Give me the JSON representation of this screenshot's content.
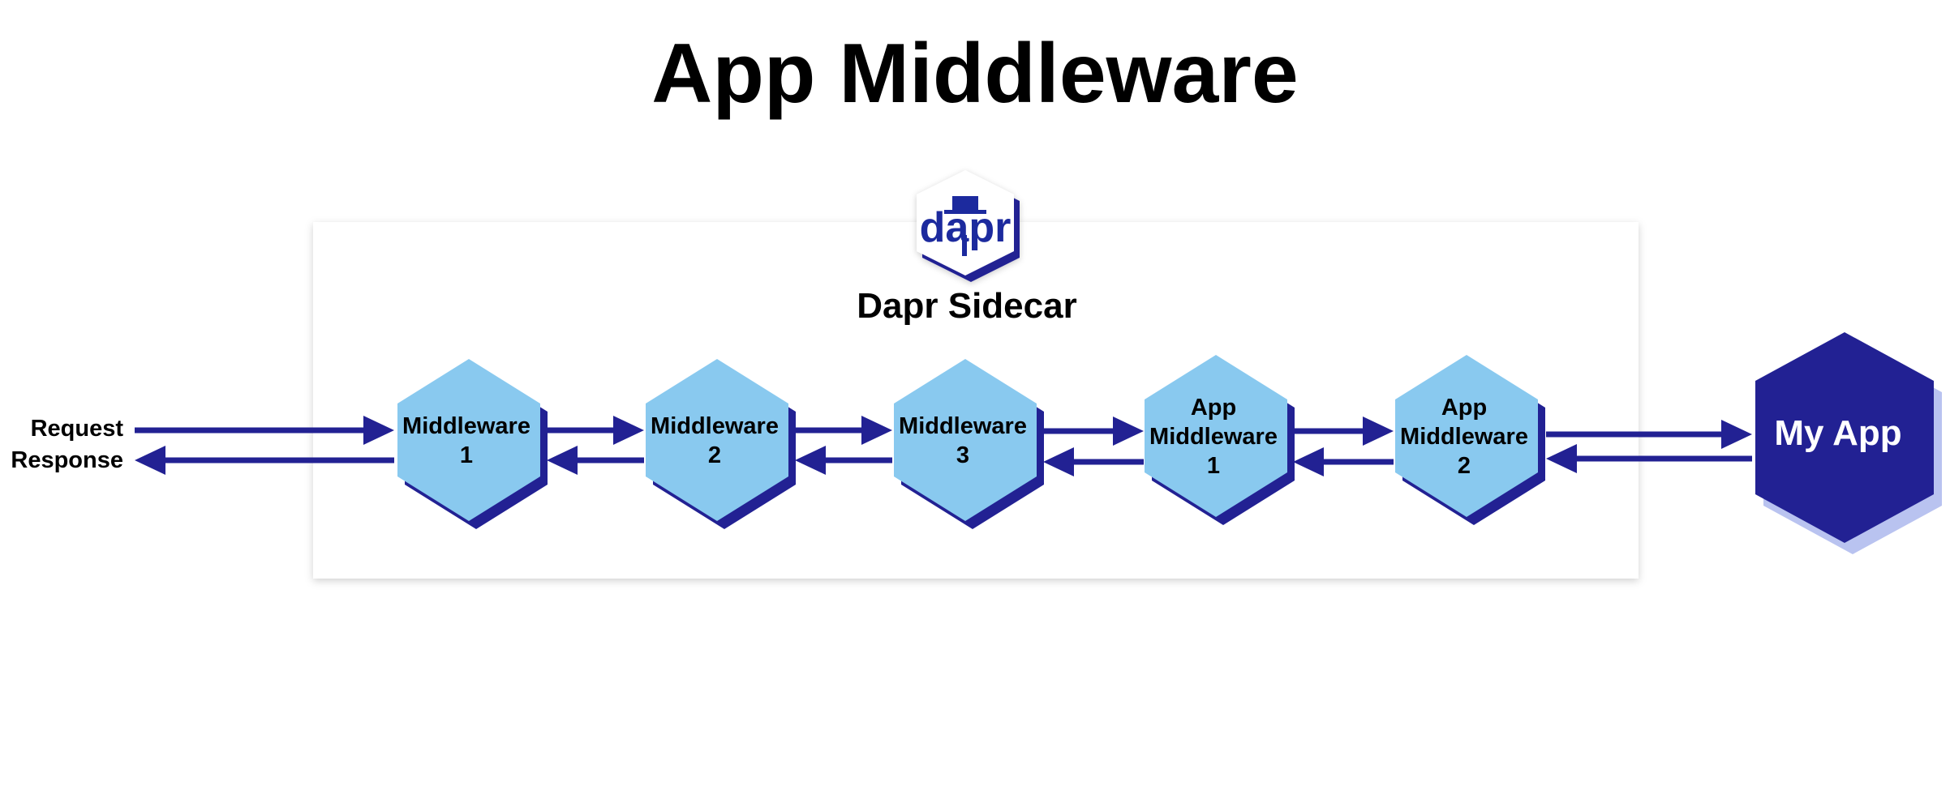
{
  "title": "App Middleware",
  "sidecar": {
    "label": "Dapr Sidecar",
    "logo_text": "dapr"
  },
  "flow": {
    "request_label": "Request",
    "response_label": "Response"
  },
  "nodes": [
    {
      "lines": [
        "Middleware",
        "1"
      ]
    },
    {
      "lines": [
        "Middleware",
        "2"
      ]
    },
    {
      "lines": [
        "Middleware",
        "3"
      ]
    },
    {
      "lines": [
        "App",
        "Middleware",
        "1"
      ]
    },
    {
      "lines": [
        "App",
        "Middleware",
        "2"
      ]
    }
  ],
  "app": {
    "label": "My App"
  },
  "colors": {
    "node_fill": "#89c9ef",
    "node_shadow": "#222193",
    "app_fill": "#222193",
    "app_shadow": "#b9c3f0",
    "arrow": "#222193",
    "logo": "#1e2b9e"
  },
  "icons": {
    "logo": "dapr-logo-hexagon-icon"
  }
}
